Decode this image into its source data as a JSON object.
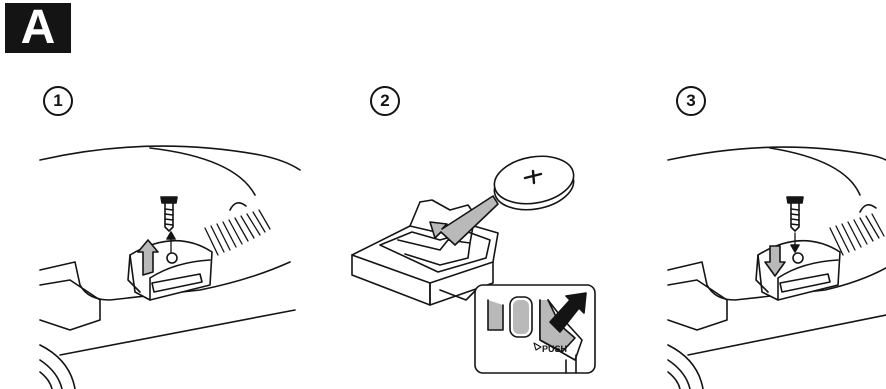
{
  "figure_label": "A",
  "steps": [
    {
      "number": "1"
    },
    {
      "number": "2"
    },
    {
      "number": "3"
    }
  ],
  "battery_mark": "+",
  "push_label": "PUSH",
  "colors": {
    "ink": "#141414",
    "shade": "#b9b9b9",
    "background": "#ffffff"
  }
}
